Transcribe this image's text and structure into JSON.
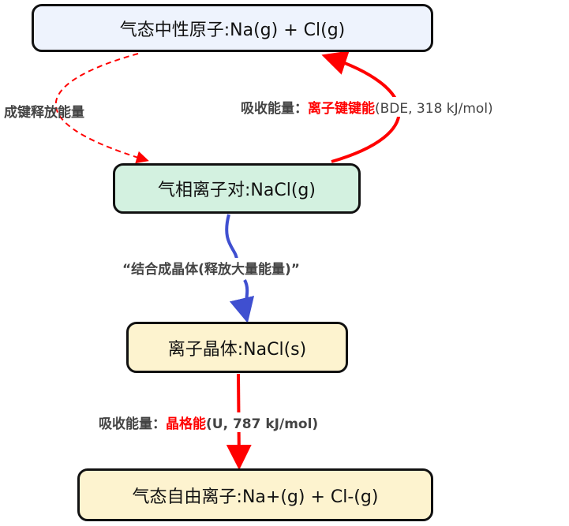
{
  "nodes": {
    "gas_atoms": "气态中性原子:Na(g) + Cl(g)",
    "ion_pair": "气相离子对:NaCl(g)",
    "ionic_crystal": "离子晶体:NaCl(s)",
    "gas_ions": "气态自由离子:Na+(g) + Cl-(g)"
  },
  "edges": {
    "bond_release": "成键释放能量",
    "bde_prefix": "吸收能量：",
    "bde_highlight": "离子键键能",
    "bde_value": "(BDE, 318 kJ/mol)",
    "crystallize": "“结合成晶体(释放大量能量)”",
    "lattice_prefix": "吸收能量：",
    "lattice_highlight": "晶格能",
    "lattice_value": "(U, 787 kJ/mol)"
  },
  "colors": {
    "red": "#ff0000",
    "blue": "#3f4fd0",
    "blue_box": "#eef3fd",
    "green_box": "#d3f1e0",
    "yellow_box": "#fdf3cf"
  }
}
